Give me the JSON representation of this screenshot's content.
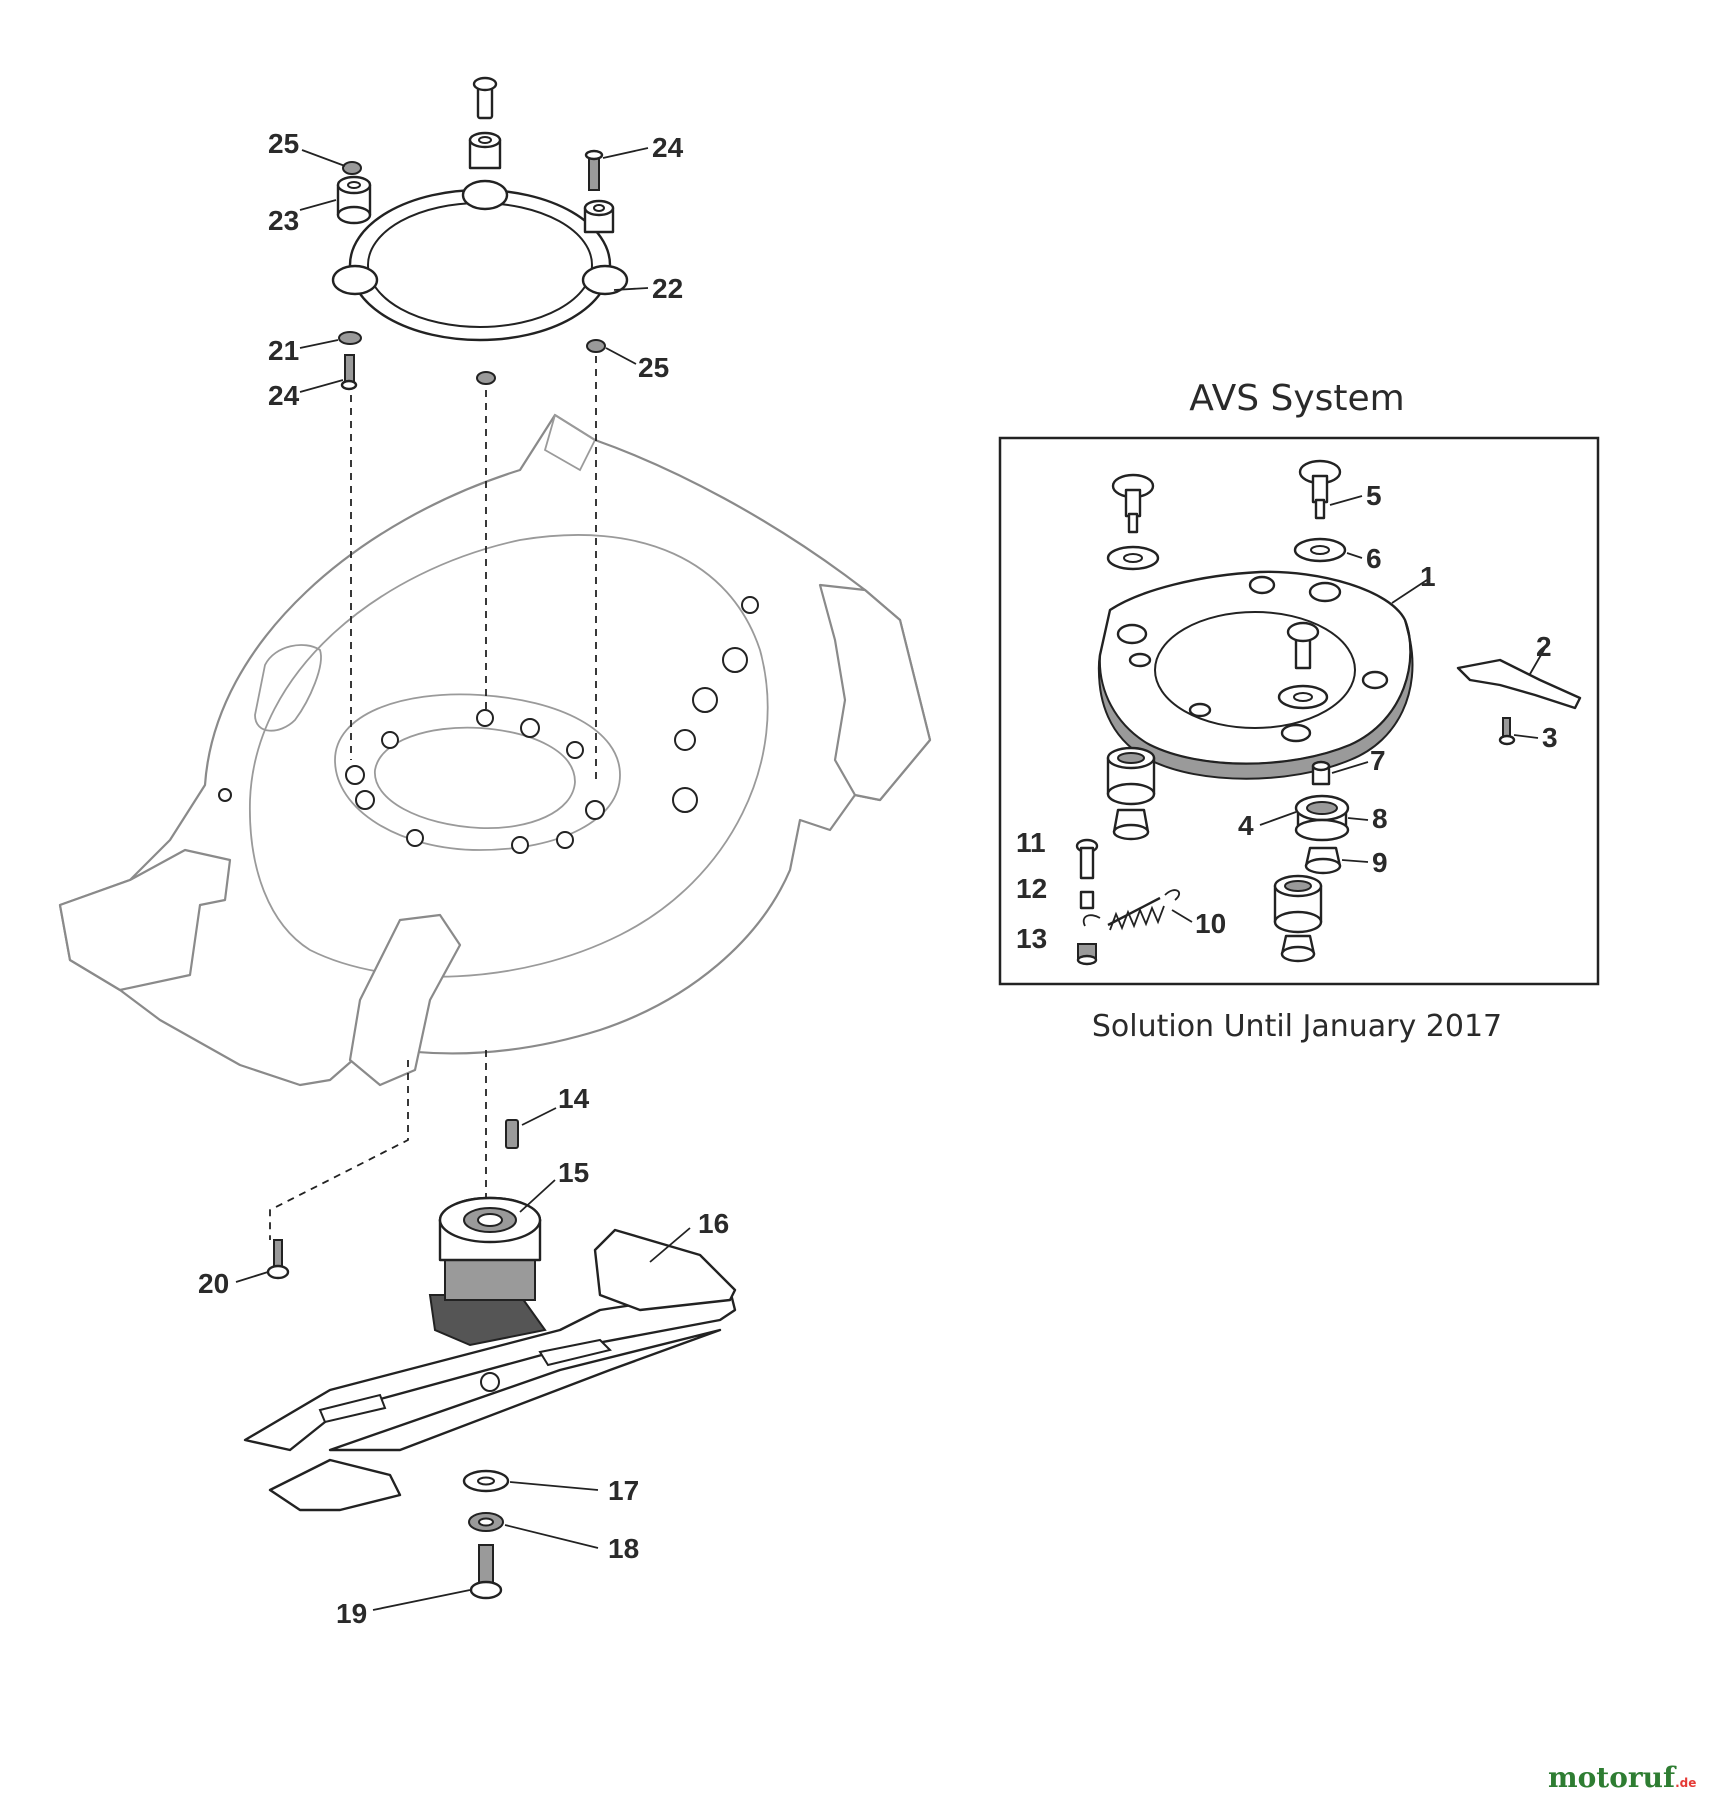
{
  "inset": {
    "title": "AVS System",
    "caption": "Solution Until January 2017"
  },
  "callouts": {
    "c1": "1",
    "c2": "2",
    "c3": "3",
    "c4": "4",
    "c5": "5",
    "c6": "6",
    "c7": "7",
    "c8": "8",
    "c9": "9",
    "c10": "10",
    "c11": "11",
    "c12": "12",
    "c13": "13",
    "c14": "14",
    "c15": "15",
    "c16": "16",
    "c17": "17",
    "c18": "18",
    "c19": "19",
    "c20": "20",
    "c21": "21",
    "c22": "22",
    "c23": "23",
    "c24a": "24",
    "c24b": "24",
    "c25a": "25",
    "c25b": "25"
  },
  "brand": {
    "name": "motoruf",
    "suffix": ".de",
    "color_primary": "#2e7d32",
    "color_accent": "#e53935"
  }
}
